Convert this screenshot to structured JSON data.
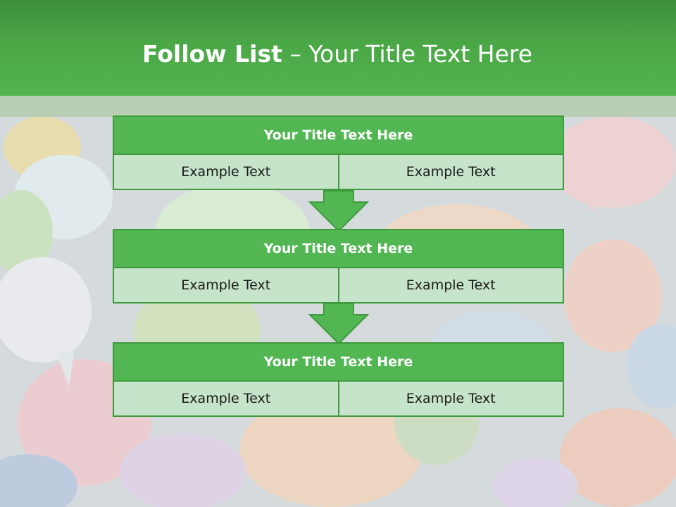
{
  "header": {
    "title_bold": "Follow List",
    "title_rest": "– Your Title Text Here"
  },
  "blocks": [
    {
      "title": "Your Title Text Here",
      "cells": [
        "Example Text",
        "Example Text"
      ]
    },
    {
      "title": "Your Title Text Here",
      "cells": [
        "Example Text",
        "Example Text"
      ]
    },
    {
      "title": "Your Title Text Here",
      "cells": [
        "Example Text",
        "Example Text"
      ]
    }
  ],
  "colors": {
    "header_green": "#4aa746",
    "title_green": "#52b753",
    "cell_green": "#c6e4c9",
    "border_green": "#3f9a3c"
  }
}
